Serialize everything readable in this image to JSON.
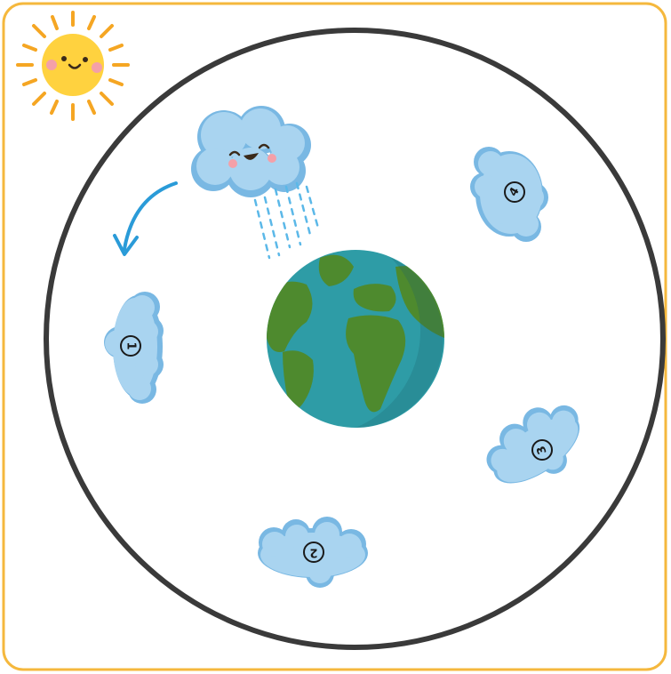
{
  "colors": {
    "frame_border": "#F5B83D",
    "ring": "#3A3A3A",
    "cloud_fill": "#A9D4F0",
    "cloud_edge": "#79B8E3",
    "arrow": "#2A9BD8",
    "rain": "#5BB8E8",
    "ocean": "#2E9CA6",
    "land": "#4E8A2E",
    "sun_face": "#FFD23F",
    "sun_rays": "#F5A623",
    "cheeks": "#F4A0A8"
  },
  "icons": {
    "sun": "smiling-sun-icon",
    "rain_cloud": "smiling-rain-cloud-icon",
    "earth": "earth-globe-icon",
    "arrow": "curved-arrow-icon"
  },
  "clouds": [
    {
      "label": "1"
    },
    {
      "label": "2"
    },
    {
      "label": "3"
    },
    {
      "label": "4"
    }
  ]
}
